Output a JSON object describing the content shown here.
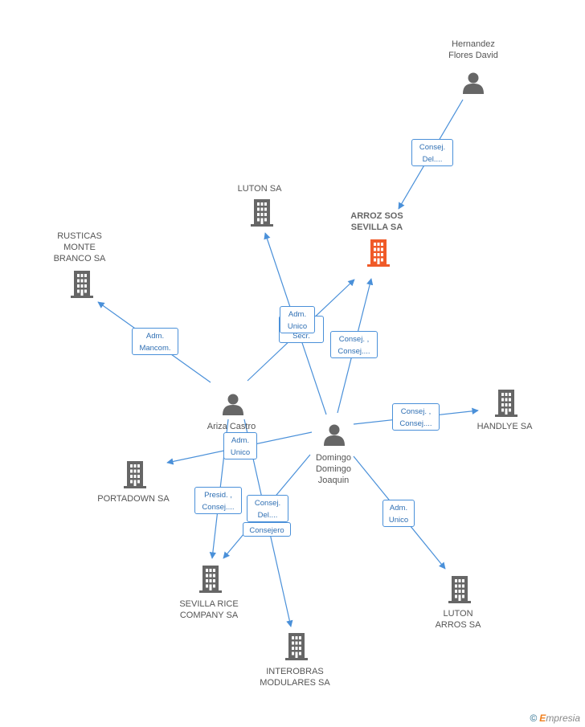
{
  "colors": {
    "edge": "#4a90d9",
    "icon": "#666666",
    "focus": "#f05a28",
    "label": "#555555"
  },
  "nodes": [
    {
      "id": "hernandez",
      "type": "person",
      "label": "Hernandez\nFlores David"
    },
    {
      "id": "arroz",
      "type": "company",
      "focus": true,
      "label": "ARROZ SOS\nSEVILLA SA"
    },
    {
      "id": "luton",
      "type": "company",
      "label": "LUTON SA"
    },
    {
      "id": "rusticas",
      "type": "company",
      "label": "RUSTICAS\nMONTE\nBRANCO SA"
    },
    {
      "id": "ariza",
      "type": "person",
      "label": "Ariza Castro\nJo..."
    },
    {
      "id": "domingo",
      "type": "person",
      "label": "Domingo\nDomingo\nJoaquin"
    },
    {
      "id": "handlye",
      "type": "company",
      "label": "HANDLYE SA"
    },
    {
      "id": "portadown",
      "type": "company",
      "label": "PORTADOWN SA"
    },
    {
      "id": "sevillarice",
      "type": "company",
      "label": "SEVILLA RICE\nCOMPANY SA"
    },
    {
      "id": "interobras",
      "type": "company",
      "label": "INTEROBRAS\nMODULARES SA"
    },
    {
      "id": "lutonarros",
      "type": "company",
      "label": "LUTON\nARROS SA"
    }
  ],
  "edges": [
    {
      "from": "hernandez",
      "to": "arroz",
      "role": "Consej.\nDel...."
    },
    {
      "from": "ariza",
      "to": "rusticas",
      "role": "Adm.\nMancom."
    },
    {
      "from": "ariza",
      "to": "arroz",
      "role": "Adm.\nSecr."
    },
    {
      "from": "domingo",
      "to": "luton",
      "role": "Adm.\nUnico"
    },
    {
      "from": "domingo",
      "to": "arroz",
      "role": "Consej. ,\nConsej...."
    },
    {
      "from": "domingo",
      "to": "handlye",
      "role": "Consej. ,\nConsej...."
    },
    {
      "from": "domingo",
      "to": "portadown",
      "role": "Adm.\nUnico"
    },
    {
      "from": "ariza",
      "to": "sevillarice",
      "role": "Presid. ,\nConsej...."
    },
    {
      "from": "domingo",
      "to": "sevillarice",
      "role": "Consej.\nDel...."
    },
    {
      "from": "ariza",
      "to": "interobras",
      "role": "Consejero"
    },
    {
      "from": "domingo",
      "to": "lutonarros",
      "role": "Adm.\nUnico"
    }
  ],
  "copyright": {
    "symbol": "©",
    "brand_initial": "E",
    "brand_rest": "mpresia"
  }
}
